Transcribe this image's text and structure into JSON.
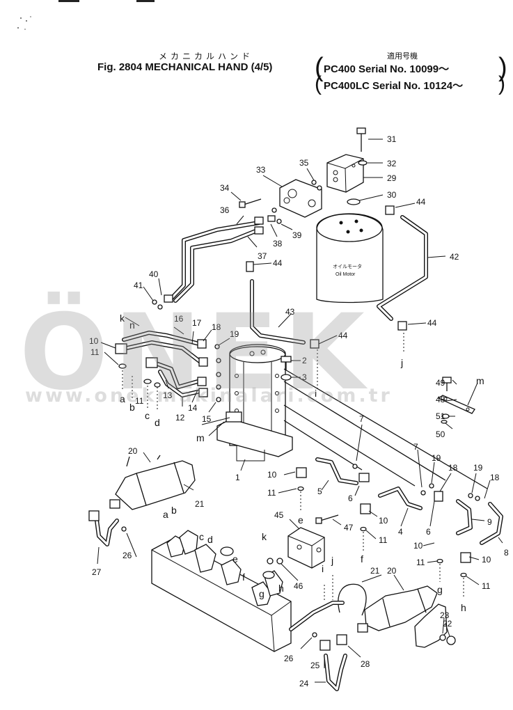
{
  "header": {
    "jp_title": "メカニカルハンド",
    "fig_title": "Fig. 2804 MECHANICAL HAND (4/5)",
    "serial_jp": "適用号機",
    "serial_line1": "PC400    Serial No. 10099～",
    "serial_line2": "PC400LC Serial No. 10124～"
  },
  "oil_motor": {
    "jp": "オイルモータ",
    "en": "Oil Motor"
  },
  "watermark": {
    "logo": "ÖNEK",
    "url": "www.onekmakinalari.com.tr"
  },
  "part_numbers": [
    "1",
    "2",
    "3",
    "4",
    "5",
    "6",
    "7",
    "8",
    "9",
    "10",
    "11",
    "12",
    "13",
    "14",
    "15",
    "16",
    "17",
    "18",
    "19",
    "20",
    "21",
    "22",
    "23",
    "24",
    "25",
    "26",
    "27",
    "28",
    "29",
    "30",
    "31",
    "32",
    "33",
    "34",
    "35",
    "36",
    "37",
    "38",
    "39",
    "40",
    "41",
    "42",
    "43",
    "44",
    "45",
    "46",
    "47",
    "48",
    "49",
    "50",
    "51"
  ],
  "connection_letters": [
    "a",
    "b",
    "c",
    "d",
    "e",
    "f",
    "g",
    "h",
    "i",
    "j",
    "k",
    "m",
    "n"
  ]
}
